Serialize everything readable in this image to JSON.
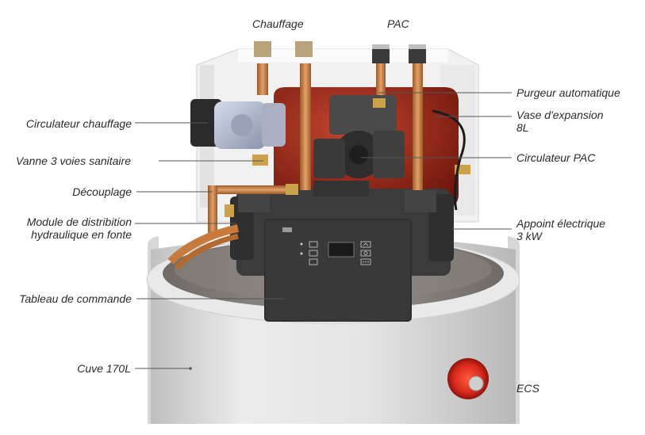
{
  "labels": {
    "top_heating": "Chauffage",
    "top_pac": "PAC",
    "heating_circulator": "Circulateur chauffage",
    "sanitary_valve": "Vanne 3 voies sanitaire",
    "decoupling": "Découplage",
    "distribution_module": "Module de distribition\nhydraulique en fonte",
    "control_panel": "Tableau de commande",
    "tank": "Cuve 170L",
    "auto_purge": "Purgeur automatique",
    "expansion_vessel": "Vase d'expansion\n8L",
    "pac_circulator": "Circulateur  PAC",
    "electric_backup": "Appoint électrique\n3 kW",
    "dhw": "ECS"
  },
  "colors": {
    "label_text": "#2b2b2b",
    "leader_line": "#555555",
    "tank_white": "#e6e6e6",
    "copper": "#c77a3c",
    "brass": "#c9a24a",
    "dark_grey": "#3a3a3a",
    "expansion_red": "#8c1a10",
    "ecs_red": "#d9281c"
  },
  "icons": {
    "control_panel": [
      "display-icon",
      "arrow-up-icon",
      "arrow-down-icon",
      "settings-icon"
    ]
  }
}
